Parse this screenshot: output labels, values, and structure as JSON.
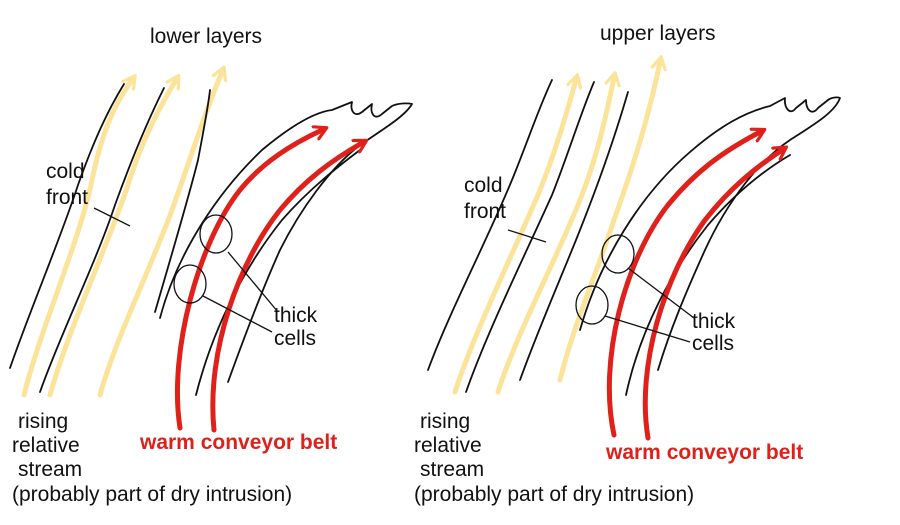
{
  "panels": [
    {
      "title": "lower layers",
      "front_label": [
        "cold",
        "front"
      ],
      "cells_label": [
        "thick",
        "cells"
      ],
      "wcb_label": "warm conveyor belt",
      "rising_label": [
        "rising",
        "relative",
        "stream",
        "(probably part of dry intrusion)"
      ]
    },
    {
      "title": "upper layers",
      "front_label": [
        "cold",
        "front"
      ],
      "cells_label": [
        "thick",
        "cells"
      ],
      "wcb_label": "warm conveyor belt",
      "rising_label": [
        "rising",
        "relative",
        "stream",
        "(probably part of dry intrusion)"
      ]
    }
  ],
  "colors": {
    "warm_conveyor_belt": "#e0201a",
    "rising_stream": "#fbe39a",
    "outline": "#111111"
  }
}
